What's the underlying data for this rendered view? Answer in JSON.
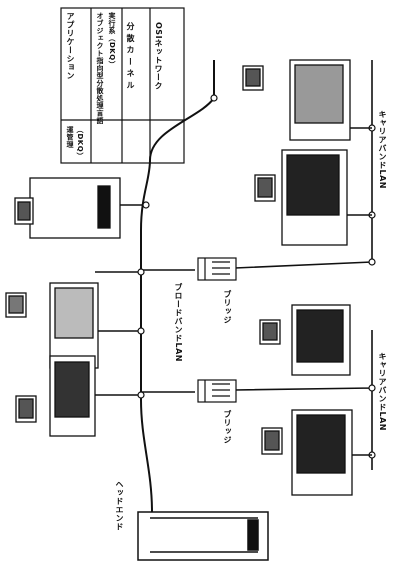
{
  "stack_table": {
    "layers": [
      "アプリケーション",
      "オブジェクト指向型分散処理言語",
      "実行系（DKQ）",
      "分 散 カ ー ネ ル",
      "OSIネットワーク"
    ],
    "side_label_1": "運管理",
    "side_label_2": "（DKQ）"
  },
  "labels": {
    "broadband_lan": "ブロードバンドLAN",
    "carrier_lan_upper": "キャリアバンドLAN",
    "carrier_lan_lower": "キャリアバンドLAN",
    "bridge_upper": "ブリッジ",
    "bridge_lower": "ブリッジ",
    "head_end": "ヘッドエンド"
  }
}
